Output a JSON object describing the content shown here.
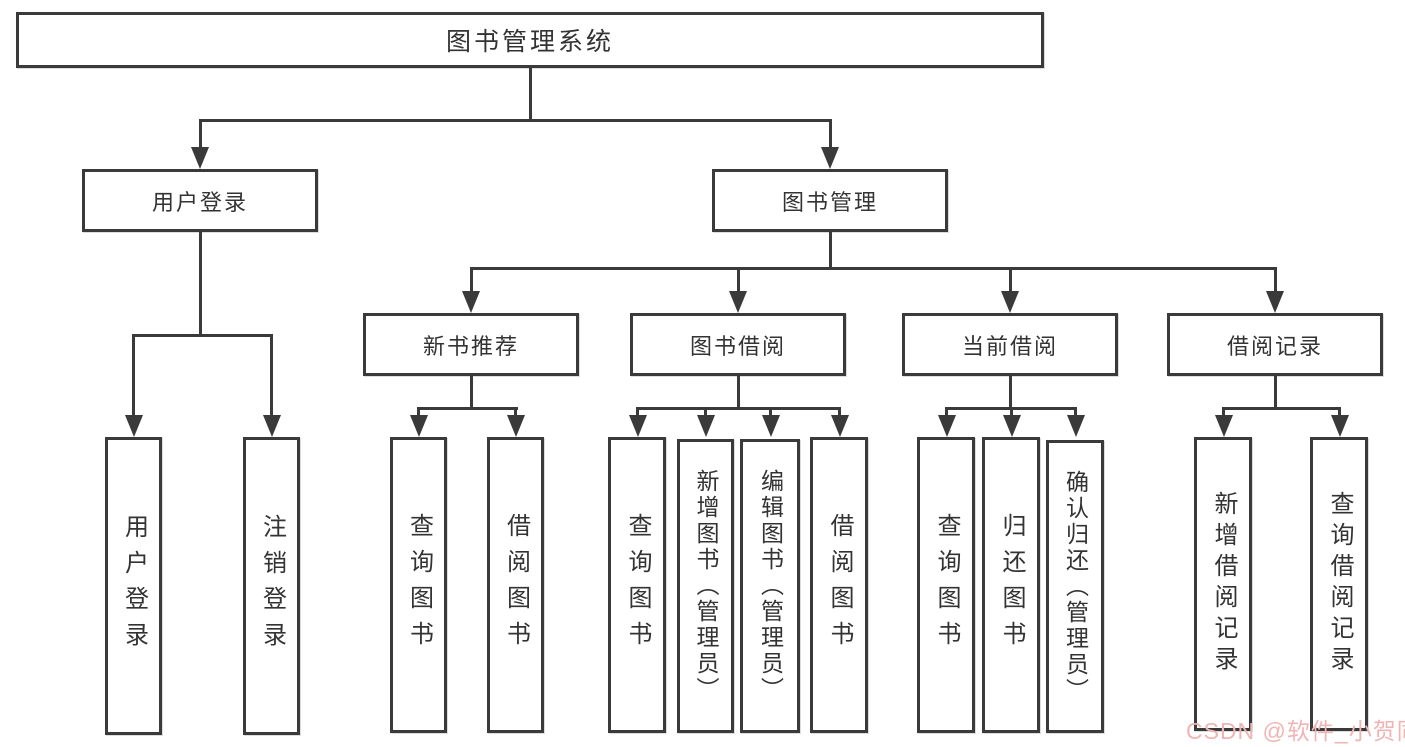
{
  "diagram": {
    "root": {
      "label": "图书管理系统"
    },
    "level2": [
      {
        "id": "user-login",
        "label": "用户登录"
      },
      {
        "id": "book-management",
        "label": "图书管理"
      }
    ],
    "level3": [
      {
        "id": "new-book-recommend",
        "label": "新书推荐"
      },
      {
        "id": "book-borrowing",
        "label": "图书借阅"
      },
      {
        "id": "current-borrowing",
        "label": "当前借阅"
      },
      {
        "id": "borrow-records",
        "label": "借阅记录"
      }
    ],
    "leaves": {
      "userLogin": [
        "用户登录",
        "注销登录"
      ],
      "newBook": [
        "查询图书",
        "借阅图书"
      ],
      "bookBorrow": [
        "查询图书",
        "新增图书（管理员）",
        "编辑图书（管理员）",
        "借阅图书"
      ],
      "currentBorrow": [
        "查询图书",
        "归还图书",
        "确认归还（管理员）"
      ],
      "borrowRecord": [
        "新增借阅记录",
        "查询借阅记录"
      ]
    }
  },
  "watermark": {
    "text": "CSDN @软件_小贺同学"
  },
  "colors": {
    "line": "#3a3a3a",
    "text": "#333333",
    "box_background": "#ffffff",
    "watermark": "#f0b4b4",
    "background": "#ffffff"
  }
}
